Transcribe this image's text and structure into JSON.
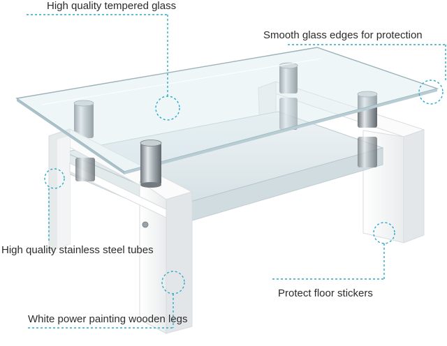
{
  "product_image": {
    "callouts": [
      {
        "id": "glass",
        "text": "High quality tempered glass"
      },
      {
        "id": "edges",
        "text": "Smooth glass edges for protection"
      },
      {
        "id": "tubes",
        "text": "High quality stainless steel tubes"
      },
      {
        "id": "stickers",
        "text": "Protect floor stickers"
      },
      {
        "id": "legs",
        "text": "White power painting wooden legs"
      }
    ],
    "colors": {
      "callout_accent": "#2aa9c8",
      "glass_tint": "#dcebf0",
      "leg_white": "#f6f6f6",
      "steel": "#9aa3a8",
      "text": "#2b2b2b"
    }
  }
}
